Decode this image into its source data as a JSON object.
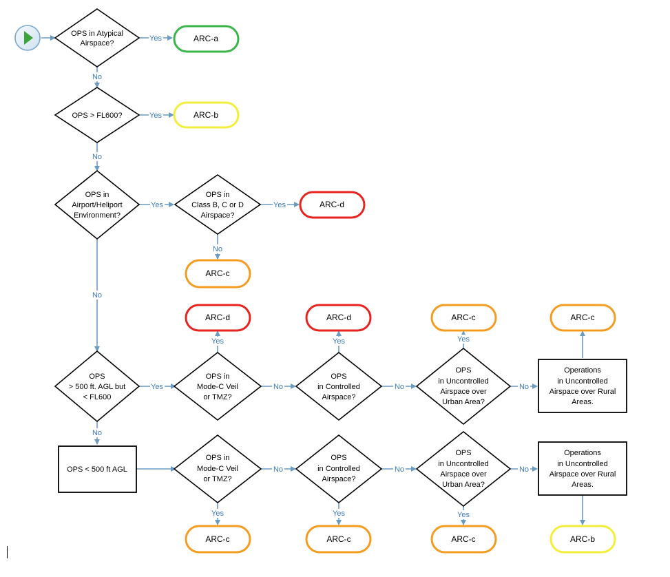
{
  "colors": {
    "line": "#6a9bc3",
    "edge_text": "#3d7ab5",
    "green": "#3ab54a",
    "yellow": "#f2ee3a",
    "red": "#e8231f",
    "orange": "#f39c1f",
    "start": "#3aa33a"
  },
  "edge_labels": {
    "yes": "Yes",
    "no": "No"
  },
  "decisions": {
    "q1": [
      "OPS in Atypical",
      "Airspace?"
    ],
    "q2": [
      "OPS > FL600?"
    ],
    "q3": [
      "OPS in",
      "Airport/Heliport",
      "Environment?"
    ],
    "q4": [
      "OPS in",
      "Class B, C or D",
      "Airspace?"
    ],
    "q5": [
      "OPS",
      "> 500 ft. AGL but",
      "< FL600"
    ],
    "q6": [
      "OPS in",
      "Mode-C Veil",
      "or TMZ?"
    ],
    "q7": [
      "OPS",
      "in Controlled",
      "Airspace?"
    ],
    "q8": [
      "OPS",
      "in Uncontrolled",
      "Airspace over",
      "Urban Area?"
    ],
    "q9": [
      "OPS in",
      "Mode-C Veil",
      "or TMZ?"
    ],
    "q10": [
      "OPS",
      "in Controlled",
      "Airspace?"
    ],
    "q11": [
      "OPS",
      "in Uncontrolled",
      "Airspace over",
      "Urban Area?"
    ]
  },
  "process": {
    "p1": [
      "Operations",
      "in Uncontrolled",
      "Airspace over Rural",
      "Areas."
    ],
    "p2": [
      "OPS < 500 ft AGL"
    ],
    "p3": [
      "Operations",
      "in Uncontrolled",
      "Airspace over Rural",
      "Areas."
    ]
  },
  "terminals": {
    "t1": "ARC-a",
    "t2": "ARC-b",
    "t3": "ARC-d",
    "t4": "ARC-c",
    "t5": "ARC-d",
    "t6": "ARC-d",
    "t7": "ARC-c",
    "t8": "ARC-c",
    "t9": "ARC-c",
    "t10": "ARC-c",
    "t11": "ARC-c",
    "t12": "ARC-b"
  }
}
